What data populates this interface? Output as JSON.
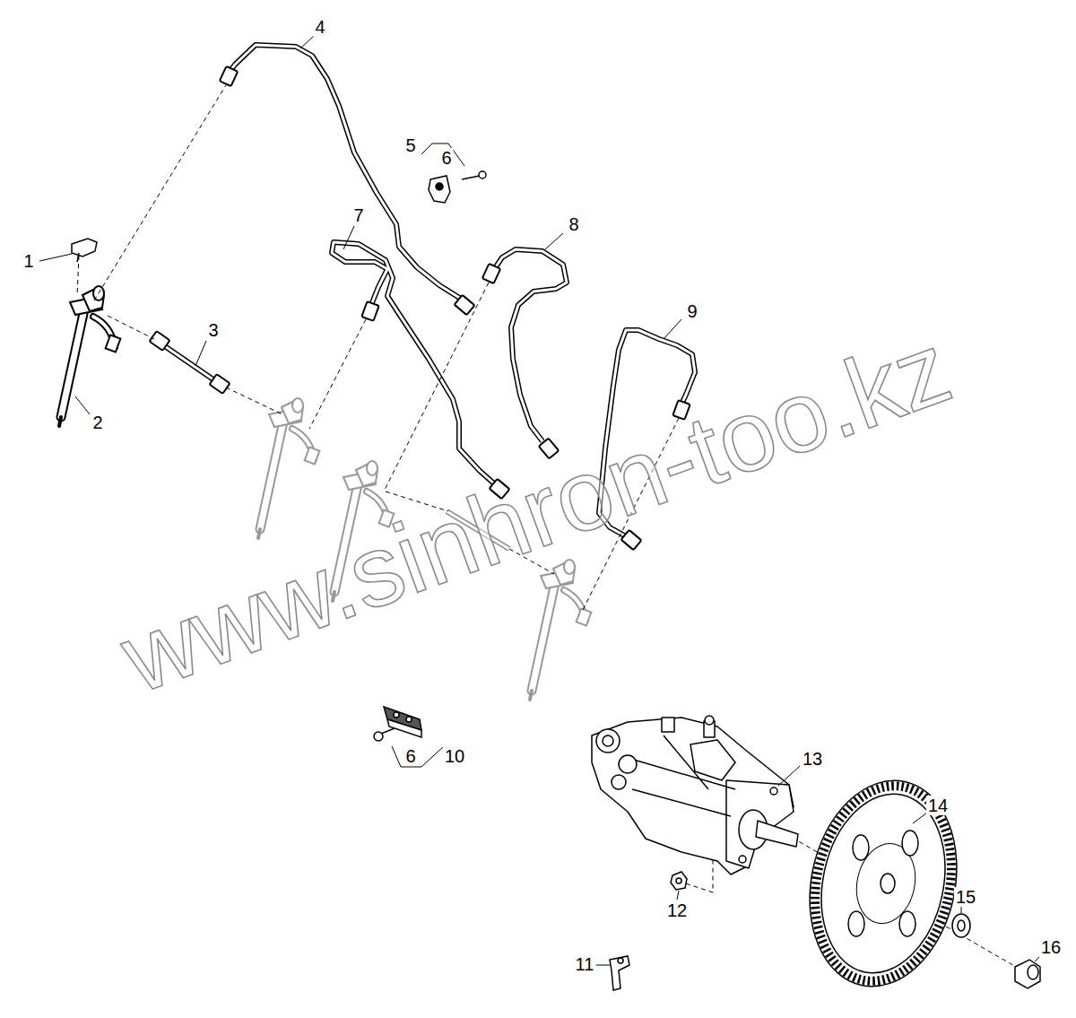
{
  "diagram": {
    "labels": [
      "4",
      "5",
      "6",
      "1",
      "7",
      "8",
      "9",
      "3",
      "2",
      "6",
      "10",
      "13",
      "14",
      "12",
      "15",
      "16",
      "11",
      "www.sinhron-too.kz"
    ]
  }
}
